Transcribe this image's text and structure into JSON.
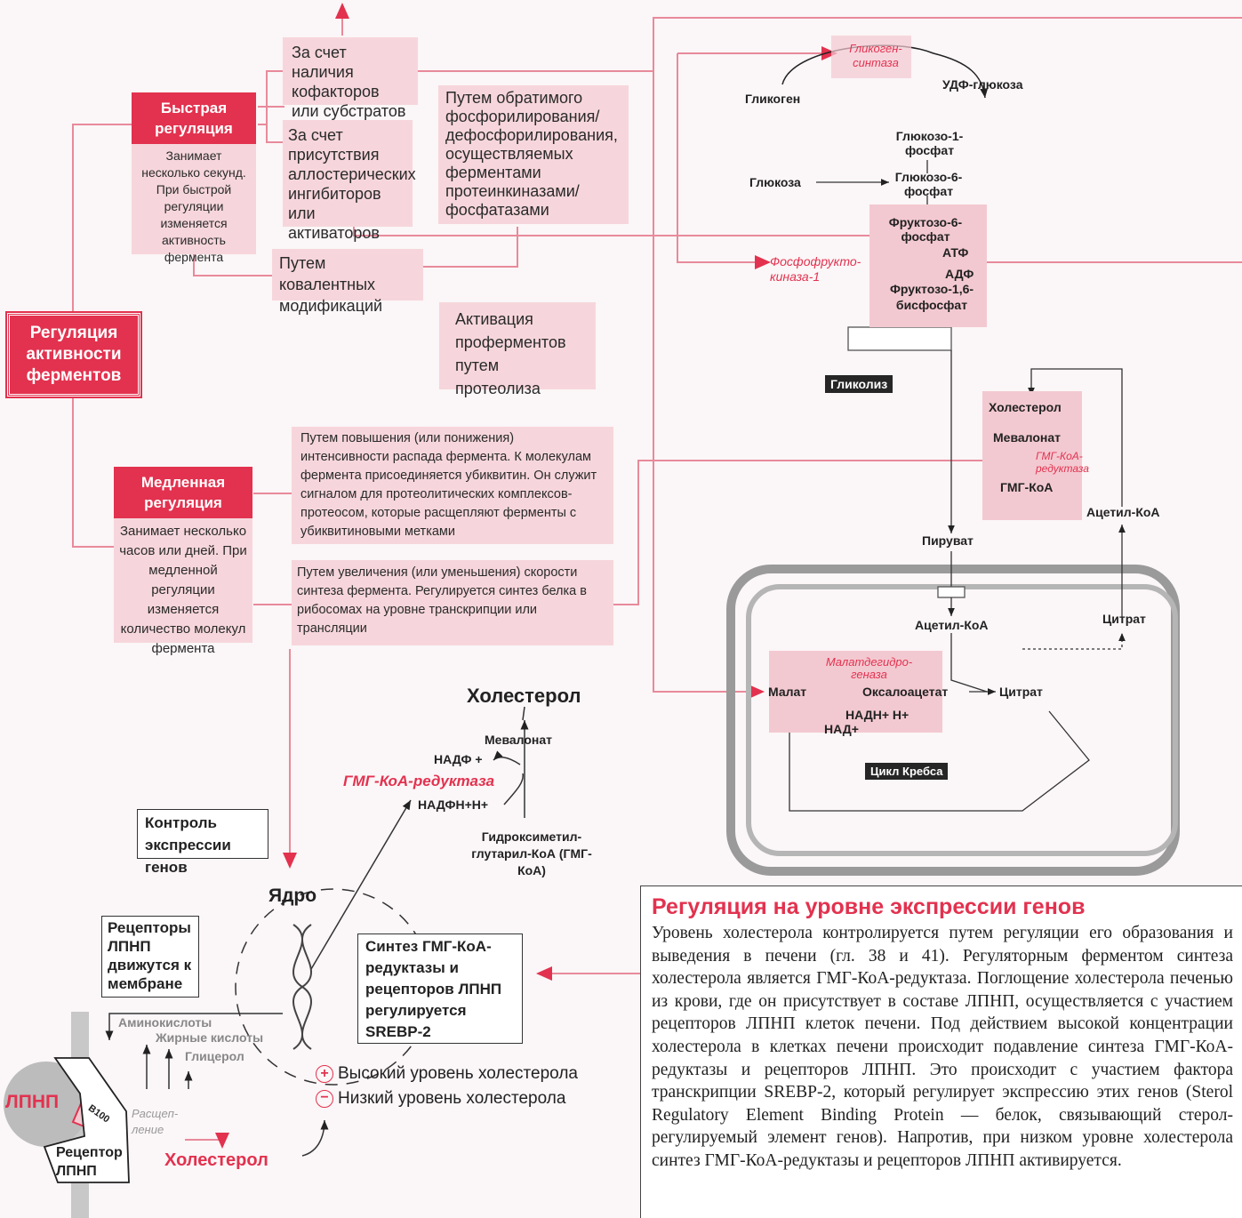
{
  "main": {
    "title": "Регуляция активности ферментов",
    "fast": {
      "title": "Быстрая регуляция",
      "desc": "Занимает несколько секунд. При быстрой регуляции изменяется активность фермента"
    },
    "slow": {
      "title": "Медленная регуляция",
      "desc": "Занимает несколько часов или дней. При медленной регуляции изменяется количество молекул фермента"
    },
    "mechanisms": {
      "cofactors": "За счет наличия кофакторов или субстратов",
      "allosteric": "За счет присутствия аллостерических ингибиторов или активаторов",
      "phosphorylation": "Путем обратимого фосфорилирования/дефосфорилирования, осуществляемых ферментами протеинкиназами/фосфатазами",
      "covalent": "Путем ковалентных модификаций",
      "proteolysis": "Активация проферментов путем протеолиза",
      "degradation": "Путем повышения (или понижения) интенсивности распада фермента. К молекулам фермента присоединяется убиквитин. Он служит сигналом для протеолитических комплексов-протеосом, которые расщепляют ферменты с убиквитиновыми метками",
      "synthesis": "Путем увеличения (или уменьшения) скорости синтеза фермента. Регулируется синтез белка в рибосомах на уровне транскрипции или трансляции"
    }
  },
  "pathway": {
    "glycogen_synthase": "Гликоген-синтаза",
    "glycogen": "Гликоген",
    "udp_glucose": "УДФ-глюкоза",
    "g1p": "Глюкозо-1-фосфат",
    "glucose": "Глюкоза",
    "g6p": "Глюкозо-6-фосфат",
    "f6p": "Фруктозо-6-фосфат",
    "atp": "АТФ",
    "adp": "АДФ",
    "fbp": "Фруктозо-1,6-бисфосфат",
    "pfk": "Фосфофрукто-киназа-1",
    "glycolysis": "Гликолиз",
    "cholesterol": "Холестерол",
    "mevalonate": "Мевалонат",
    "hmgcoa_reductase": "ГМГ-КоА-редуктаза",
    "hmgcoa": "ГМГ-КоА",
    "acetyl_coa": "Ацетил-КоА",
    "pyruvate": "Пируват",
    "citrate": "Цитрат",
    "malate_dh": "Малатдегидро-геназа",
    "malate": "Малат",
    "oxaloacetate": "Оксалоацетат",
    "nadh": "НАДН+ Н+",
    "nad": "НАД+",
    "krebs": "Цикл Кребса"
  },
  "genes": {
    "control": "Контроль экспрессии генов",
    "nucleus": "Ядро",
    "cholesterol_top": "Холестерол",
    "mevalonate": "Мевалонат",
    "nadp": "НАДФ +",
    "reductase": "ГМГ-КоА-редуктаза",
    "nadph": "НАДФН+Н+",
    "hmg": "Гидроксиметил-глутарил-КоА (ГМГ-КоА)",
    "synthesis_box": "Синтез ГМГ-КоА-редуктазы и рецепторов ЛПНП регулируется SREBP-2",
    "receptors_move": "Рецепторы ЛПНП движутся к мембране",
    "amino": "Аминокислоты",
    "fatty": "Жирные кислоты",
    "glycerol": "Глицерол",
    "ldl": "ЛПНП",
    "b100": "B100",
    "cleavage": "Расщеп-ление",
    "receptor": "Рецептор ЛПНП",
    "cholesterol_bottom": "Холестерол",
    "high": "Высокий уровень холестерола",
    "low": "Низкий уровень холестерола",
    "plus": "+",
    "minus": "−"
  },
  "article": {
    "title": "Регуляция на уровне экспрессии генов",
    "text": "Уровень холестерола контролируется путем регуляции его образования и выведения в печени (гл. 38 и 41). Регуляторным ферментом синтеза холестерола является ГМГ-КоА-редуктаза. Поглощение холестерола печенью из крови, где он присутствует в составе ЛПНП, осуществляется с участием рецепторов ЛПНП клеток печени. Под действием высокой концентрации холестерола в клетках печени происходит подавление синтеза ГМГ-КоА-редуктазы и рецепторов ЛПНП. Это происходит с участием фактора транскрипции SREBP-2, который регулирует экспрессию этих генов (Sterol Regulatory Element Binding Protein — белок, связывающий стерол-регулируемый элемент генов). Напротив, при низком уровне холестерола синтез ГМГ-КоА-редуктазы и рецепторов ЛПНП активируется."
  },
  "colors": {
    "accent": "#e2324f",
    "pink": "#f6d6dc"
  }
}
